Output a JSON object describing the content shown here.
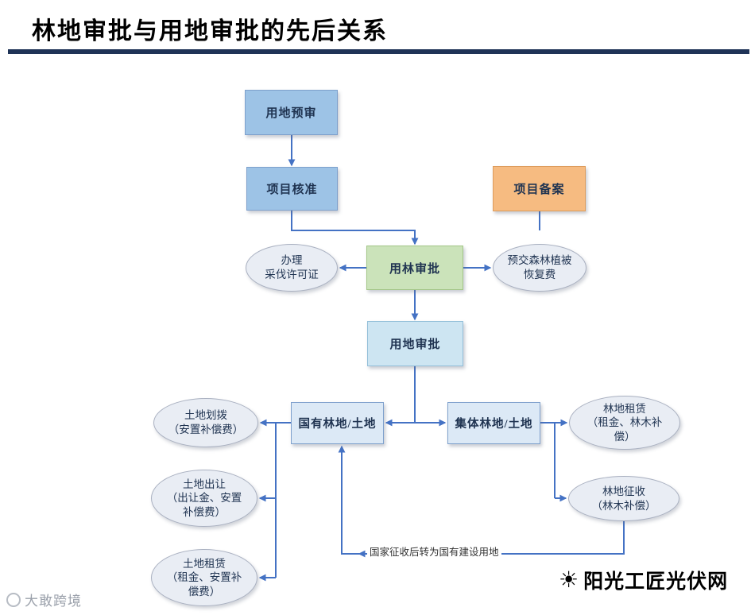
{
  "title": "林地审批与用地审批的先后关系",
  "nodes": {
    "yushen": {
      "label": "用地预审"
    },
    "hezhun": {
      "label": "项目核准"
    },
    "beian": {
      "label": "项目备案"
    },
    "banli": {
      "line1": "办理",
      "line2": "采伐许可证"
    },
    "yonglin": {
      "label": "用林审批"
    },
    "yujiao": {
      "line1": "预交森林植被",
      "line2": "恢复费"
    },
    "yongdi": {
      "label": "用地审批"
    },
    "guoyou": {
      "label": "国有林地/土地"
    },
    "jiti": {
      "label": "集体林地/土地"
    },
    "huabo": {
      "line1": "土地划拨",
      "line2": "（安置补偿费）"
    },
    "churang": {
      "line1": "土地出让",
      "line2": "（出让金、安置",
      "line3": "补偿费）"
    },
    "tzulin": {
      "line1": "土地租赁",
      "line2": "（租金、安置补",
      "line3": "偿费）"
    },
    "lzulin": {
      "line1": "林地租赁",
      "line2": "（租金、林木补",
      "line3": "偿）"
    },
    "zhengshou": {
      "line1": "林地征收",
      "line2": "（林木补偿）"
    }
  },
  "edge_label": "国家征收后转为国有建设用地",
  "footer": {
    "brand": "阳光工匠光伏网",
    "watermark": "大敢跨境"
  },
  "icons": {
    "sun": "☀"
  },
  "colors": {
    "arrow": "#4472C4",
    "box_blue": "#9DC3E6",
    "box_orange": "#F6BB81",
    "box_green": "#CBE3BA",
    "box_lightblue": "#CDE5F2",
    "box_paleblue": "#DCE9F6",
    "ellipse_fill": "#E9EDF4",
    "title_underline": "#1F3357"
  }
}
